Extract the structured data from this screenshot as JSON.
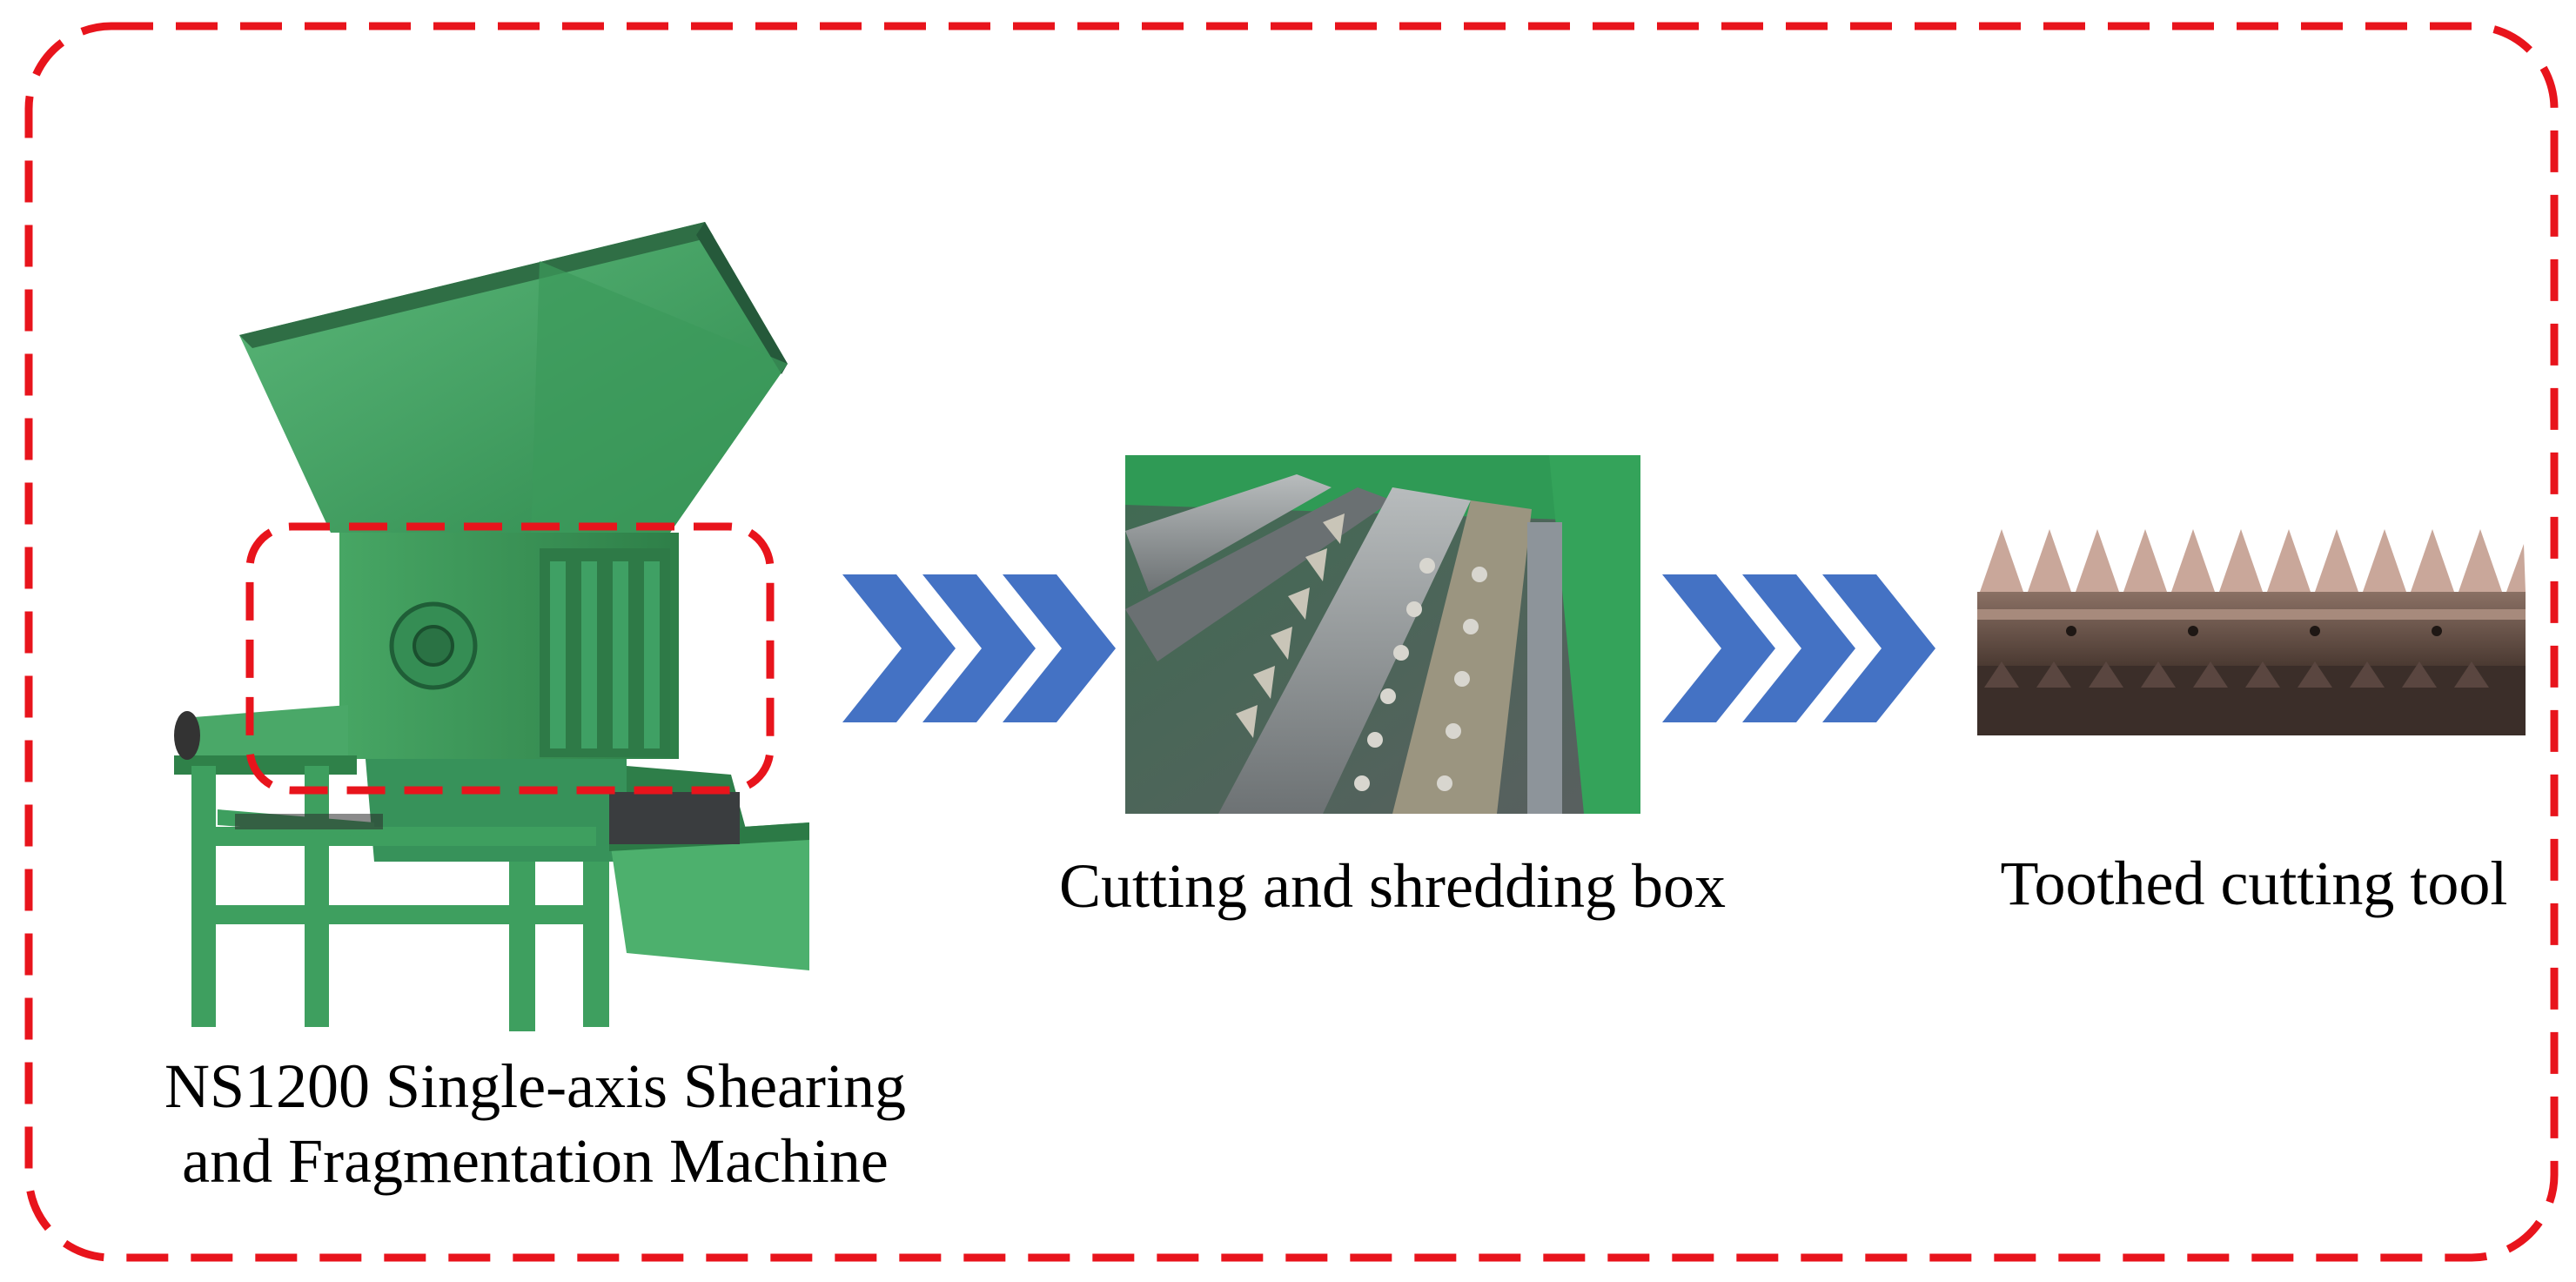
{
  "colors": {
    "frame": "#e8141c",
    "arrow": "#4472c4",
    "machine_green": "#3f9a5c",
    "machine_green_dark": "#2d7a46",
    "steel": "#8a8f91",
    "rust": "#6b4a3a"
  },
  "labels": {
    "machine_line1": "NS1200 Single-axis Shearing",
    "machine_line2": "and Fragmentation Machine",
    "box": "Cutting and shredding box",
    "tool": "Toothed cutting tool"
  },
  "icons": {
    "arrow_1": "triple-chevron-right",
    "arrow_2": "triple-chevron-right"
  }
}
